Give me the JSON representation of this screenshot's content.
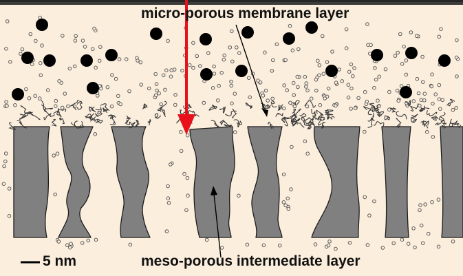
{
  "diagram": {
    "labels": {
      "top": "micro-porous membrane layer",
      "bottom": "meso-porous intermediate layer"
    },
    "scale_bar": {
      "text": "5 nm"
    },
    "colors": {
      "background": "#fbeedd",
      "support": "#808080",
      "red_arrow": "#e8101a",
      "text": "#111111"
    }
  }
}
